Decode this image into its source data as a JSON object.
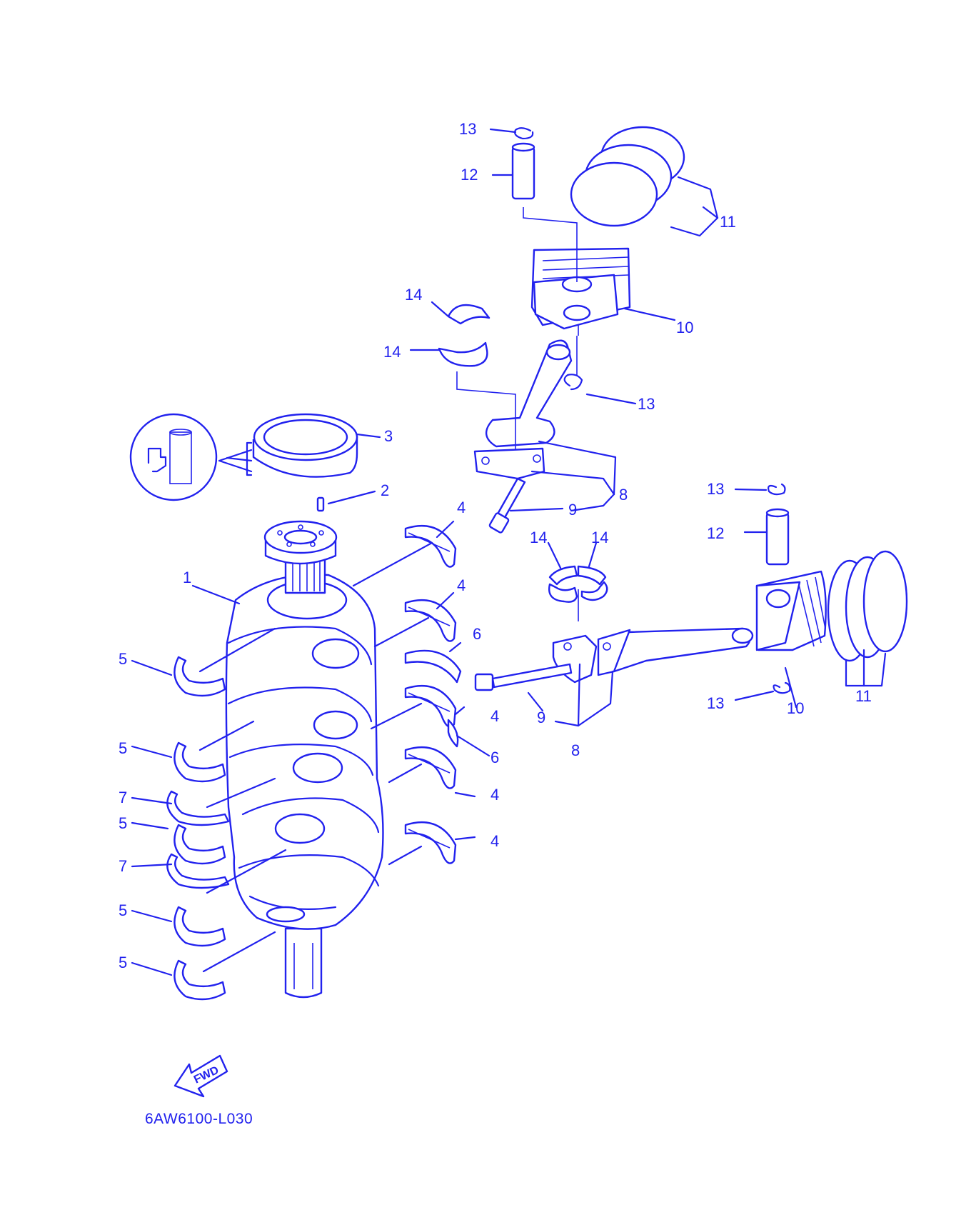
{
  "labels": {
    "p1": "1",
    "p2": "2",
    "p3": "3",
    "p4a": "4",
    "p4b": "4",
    "p4c": "4",
    "p4d": "4",
    "p4e": "4",
    "p5a": "5",
    "p5b": "5",
    "p5c": "5",
    "p5d": "5",
    "p5e": "5",
    "p6a": "6",
    "p6b": "6",
    "p7a": "7",
    "p7b": "7",
    "p8a": "8",
    "p8b": "8",
    "p9a": "9",
    "p9b": "9",
    "p10a": "10",
    "p10b": "10",
    "p11a": "11",
    "p11b": "11",
    "p12a": "12",
    "p12b": "12",
    "p13a": "13",
    "p13b": "13",
    "p13c": "13",
    "p13d": "13",
    "p14a": "14",
    "p14b": "14",
    "p14c": "14",
    "p14d": "14"
  },
  "fwd_label": "FWD",
  "figure_code": "6AW6100-L030",
  "colors": {
    "line": "#2222ee",
    "background": "#ffffff"
  }
}
